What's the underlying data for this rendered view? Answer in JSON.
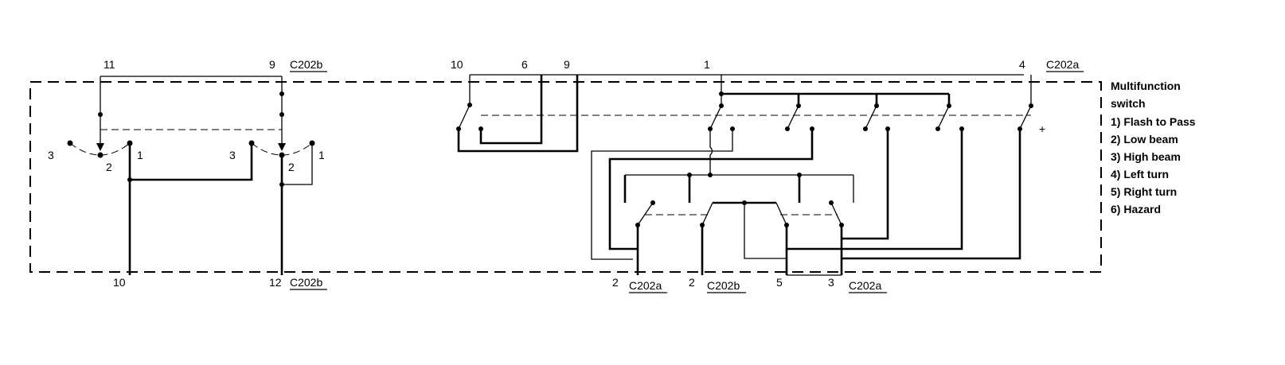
{
  "left_block": {
    "top_pins": [
      "11",
      "9"
    ],
    "top_connector": "C202b",
    "bottom_pins": [
      "10",
      "12"
    ],
    "bottom_connector": "C202b",
    "switch_a_positions": [
      "3",
      "2",
      "1"
    ],
    "switch_b_positions": [
      "3",
      "2",
      "1"
    ]
  },
  "right_block": {
    "top_pins": [
      "10",
      "6",
      "9",
      "1",
      "4"
    ],
    "top_connector": "C202a",
    "bottom_pins": [
      "2",
      "2",
      "5",
      "3"
    ],
    "bottom_connectors": [
      "C202a",
      "C202b",
      "C202a"
    ]
  },
  "legend": {
    "title_line1": "Multifunction",
    "title_line2": "switch",
    "items": [
      "1)  Flash to Pass",
      "2)  Low beam",
      "3)  High beam",
      "4)  Left turn",
      "5)  Right turn",
      "6)  Hazard"
    ]
  }
}
